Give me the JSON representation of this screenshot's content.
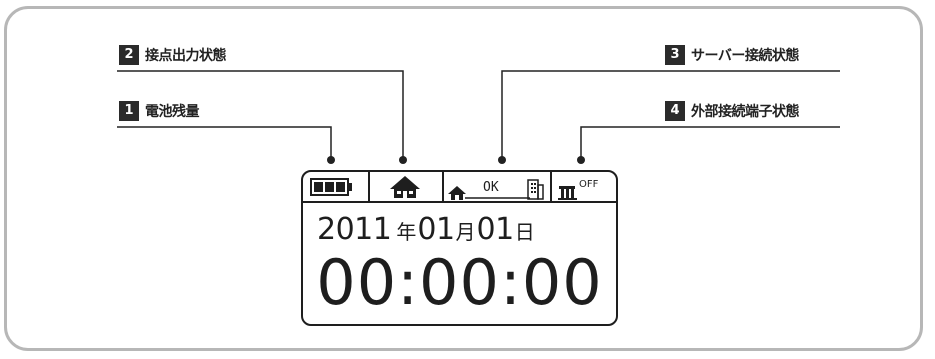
{
  "callouts": [
    {
      "num": "1",
      "label": "電池残量"
    },
    {
      "num": "2",
      "label": "接点出力状態"
    },
    {
      "num": "3",
      "label": "サーバー接続状態"
    },
    {
      "num": "4",
      "label": "外部接続端子状態"
    }
  ],
  "display": {
    "server_status": "OK",
    "terminal_status": "OFF",
    "date": {
      "year": "2011",
      "year_unit": "年",
      "month": "01",
      "month_unit": "月",
      "day": "01",
      "day_unit": "日"
    },
    "time": "00:00:00"
  }
}
